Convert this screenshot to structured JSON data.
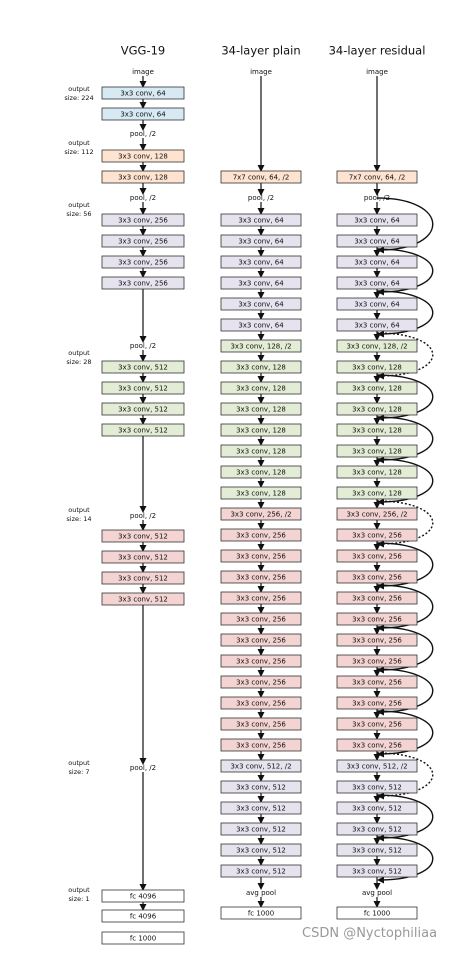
{
  "colors": {
    "blue": "#d7e9f2",
    "orange": "#fde3d0",
    "lavender": "#e6e3ee",
    "green": "#e3ecd5",
    "pink": "#f3d4d2",
    "white": "#ffffff",
    "stroke": "#333333"
  },
  "columns": [
    {
      "title": "VGG-19"
    },
    {
      "title": "34-layer plain"
    },
    {
      "title": "34-layer residual"
    }
  ],
  "output_labels": [
    {
      "line1": "output",
      "line2": "size: 224"
    },
    {
      "line1": "output",
      "line2": "size: 112"
    },
    {
      "line1": "output",
      "line2": "size: 56"
    },
    {
      "line1": "output",
      "line2": "size: 28"
    },
    {
      "line1": "output",
      "line2": "size: 14"
    },
    {
      "line1": "output",
      "line2": "size: 7"
    },
    {
      "line1": "output",
      "line2": "size: 1"
    }
  ],
  "vgg": {
    "image": "image",
    "boxes": [
      {
        "label": "3x3 conv, 64",
        "color": "blue"
      },
      {
        "label": "3x3 conv, 64",
        "color": "blue"
      },
      {
        "label": "3x3 conv, 128",
        "color": "orange"
      },
      {
        "label": "3x3 conv, 128",
        "color": "orange"
      },
      {
        "label": "3x3 conv, 256",
        "color": "lavender"
      },
      {
        "label": "3x3 conv, 256",
        "color": "lavender"
      },
      {
        "label": "3x3 conv, 256",
        "color": "lavender"
      },
      {
        "label": "3x3 conv, 256",
        "color": "lavender"
      },
      {
        "label": "3x3 conv, 512",
        "color": "green"
      },
      {
        "label": "3x3 conv, 512",
        "color": "green"
      },
      {
        "label": "3x3 conv, 512",
        "color": "green"
      },
      {
        "label": "3x3 conv, 512",
        "color": "green"
      },
      {
        "label": "3x3 conv, 512",
        "color": "pink"
      },
      {
        "label": "3x3 conv, 512",
        "color": "pink"
      },
      {
        "label": "3x3 conv, 512",
        "color": "pink"
      },
      {
        "label": "3x3 conv, 512",
        "color": "pink"
      },
      {
        "label": "fc 4096",
        "color": "white"
      },
      {
        "label": "fc 4096",
        "color": "white"
      },
      {
        "label": "fc 1000",
        "color": "white"
      }
    ],
    "pools": [
      "pool, /2",
      "pool, /2",
      "pool, /2",
      "pool, /2",
      "pool, /2"
    ]
  },
  "plain": {
    "image": "image",
    "first_conv": "7x7 conv, 64, /2",
    "pool": "pool, /2",
    "layers": [
      {
        "label": "3x3 conv, 64",
        "color": "lavender"
      },
      {
        "label": "3x3 conv, 64",
        "color": "lavender"
      },
      {
        "label": "3x3 conv, 64",
        "color": "lavender"
      },
      {
        "label": "3x3 conv, 64",
        "color": "lavender"
      },
      {
        "label": "3x3 conv, 64",
        "color": "lavender"
      },
      {
        "label": "3x3 conv, 64",
        "color": "lavender"
      },
      {
        "label": "3x3 conv, 128, /2",
        "color": "green"
      },
      {
        "label": "3x3 conv, 128",
        "color": "green"
      },
      {
        "label": "3x3 conv, 128",
        "color": "green"
      },
      {
        "label": "3x3 conv, 128",
        "color": "green"
      },
      {
        "label": "3x3 conv, 128",
        "color": "green"
      },
      {
        "label": "3x3 conv, 128",
        "color": "green"
      },
      {
        "label": "3x3 conv, 128",
        "color": "green"
      },
      {
        "label": "3x3 conv, 128",
        "color": "green"
      },
      {
        "label": "3x3 conv, 256, /2",
        "color": "pink"
      },
      {
        "label": "3x3 conv, 256",
        "color": "pink"
      },
      {
        "label": "3x3 conv, 256",
        "color": "pink"
      },
      {
        "label": "3x3 conv, 256",
        "color": "pink"
      },
      {
        "label": "3x3 conv, 256",
        "color": "pink"
      },
      {
        "label": "3x3 conv, 256",
        "color": "pink"
      },
      {
        "label": "3x3 conv, 256",
        "color": "pink"
      },
      {
        "label": "3x3 conv, 256",
        "color": "pink"
      },
      {
        "label": "3x3 conv, 256",
        "color": "pink"
      },
      {
        "label": "3x3 conv, 256",
        "color": "pink"
      },
      {
        "label": "3x3 conv, 256",
        "color": "pink"
      },
      {
        "label": "3x3 conv, 256",
        "color": "pink"
      },
      {
        "label": "3x3 conv, 512, /2",
        "color": "lavender"
      },
      {
        "label": "3x3 conv, 512",
        "color": "lavender"
      },
      {
        "label": "3x3 conv, 512",
        "color": "lavender"
      },
      {
        "label": "3x3 conv, 512",
        "color": "lavender"
      },
      {
        "label": "3x3 conv, 512",
        "color": "lavender"
      },
      {
        "label": "3x3 conv, 512",
        "color": "lavender"
      }
    ],
    "avg_pool": "avg pool",
    "fc": "fc 1000"
  },
  "residual": {
    "image": "image",
    "first_conv": "7x7 conv, 64, /2",
    "pool": "pool, /2",
    "layers": [
      {
        "label": "3x3 conv, 64",
        "color": "lavender"
      },
      {
        "label": "3x3 conv, 64",
        "color": "lavender"
      },
      {
        "label": "3x3 conv, 64",
        "color": "lavender"
      },
      {
        "label": "3x3 conv, 64",
        "color": "lavender"
      },
      {
        "label": "3x3 conv, 64",
        "color": "lavender"
      },
      {
        "label": "3x3 conv, 64",
        "color": "lavender"
      },
      {
        "label": "3x3 conv, 128, /2",
        "color": "green"
      },
      {
        "label": "3x3 conv, 128",
        "color": "green"
      },
      {
        "label": "3x3 conv, 128",
        "color": "green"
      },
      {
        "label": "3x3 conv, 128",
        "color": "green"
      },
      {
        "label": "3x3 conv, 128",
        "color": "green"
      },
      {
        "label": "3x3 conv, 128",
        "color": "green"
      },
      {
        "label": "3x3 conv, 128",
        "color": "green"
      },
      {
        "label": "3x3 conv, 128",
        "color": "green"
      },
      {
        "label": "3x3 conv, 256, /2",
        "color": "pink"
      },
      {
        "label": "3x3 conv, 256",
        "color": "pink"
      },
      {
        "label": "3x3 conv, 256",
        "color": "pink"
      },
      {
        "label": "3x3 conv, 256",
        "color": "pink"
      },
      {
        "label": "3x3 conv, 256",
        "color": "pink"
      },
      {
        "label": "3x3 conv, 256",
        "color": "pink"
      },
      {
        "label": "3x3 conv, 256",
        "color": "pink"
      },
      {
        "label": "3x3 conv, 256",
        "color": "pink"
      },
      {
        "label": "3x3 conv, 256",
        "color": "pink"
      },
      {
        "label": "3x3 conv, 256",
        "color": "pink"
      },
      {
        "label": "3x3 conv, 256",
        "color": "pink"
      },
      {
        "label": "3x3 conv, 256",
        "color": "pink"
      },
      {
        "label": "3x3 conv, 512, /2",
        "color": "lavender"
      },
      {
        "label": "3x3 conv, 512",
        "color": "lavender"
      },
      {
        "label": "3x3 conv, 512",
        "color": "lavender"
      },
      {
        "label": "3x3 conv, 512",
        "color": "lavender"
      },
      {
        "label": "3x3 conv, 512",
        "color": "lavender"
      },
      {
        "label": "3x3 conv, 512",
        "color": "lavender"
      }
    ],
    "avg_pool": "avg pool",
    "fc": "fc 1000",
    "dotted_shortcut_blocks": [
      3,
      7,
      13
    ]
  },
  "watermark": "CSDN @Nyctophiliaa"
}
